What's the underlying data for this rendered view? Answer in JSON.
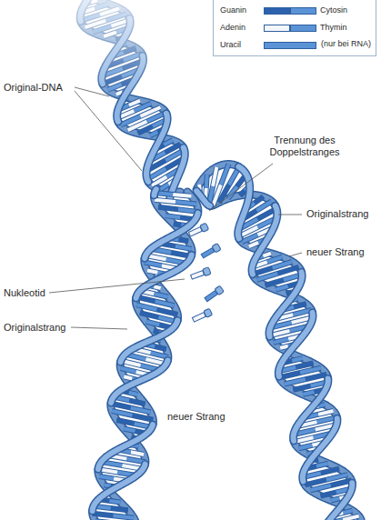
{
  "diagram": {
    "labels": [
      "Original-DNA",
      "Trennung des Doppelstranges",
      "Originalstrang",
      "neuer Strang",
      "Nukleotid",
      "Originalstrang",
      "neuer Strang",
      "(nur bei RNA)"
    ],
    "legend": [
      {
        "text": "Guanin",
        "color": "#2c62ad"
      },
      {
        "text": "Cytosin",
        "color": "#5b93d6"
      },
      {
        "text": "Adenin",
        "color": "#f3f6fb"
      },
      {
        "text": "Thymin",
        "color": "#5b93d6"
      },
      {
        "text": "Uracil",
        "color": "#5b93d6"
      }
    ]
  }
}
